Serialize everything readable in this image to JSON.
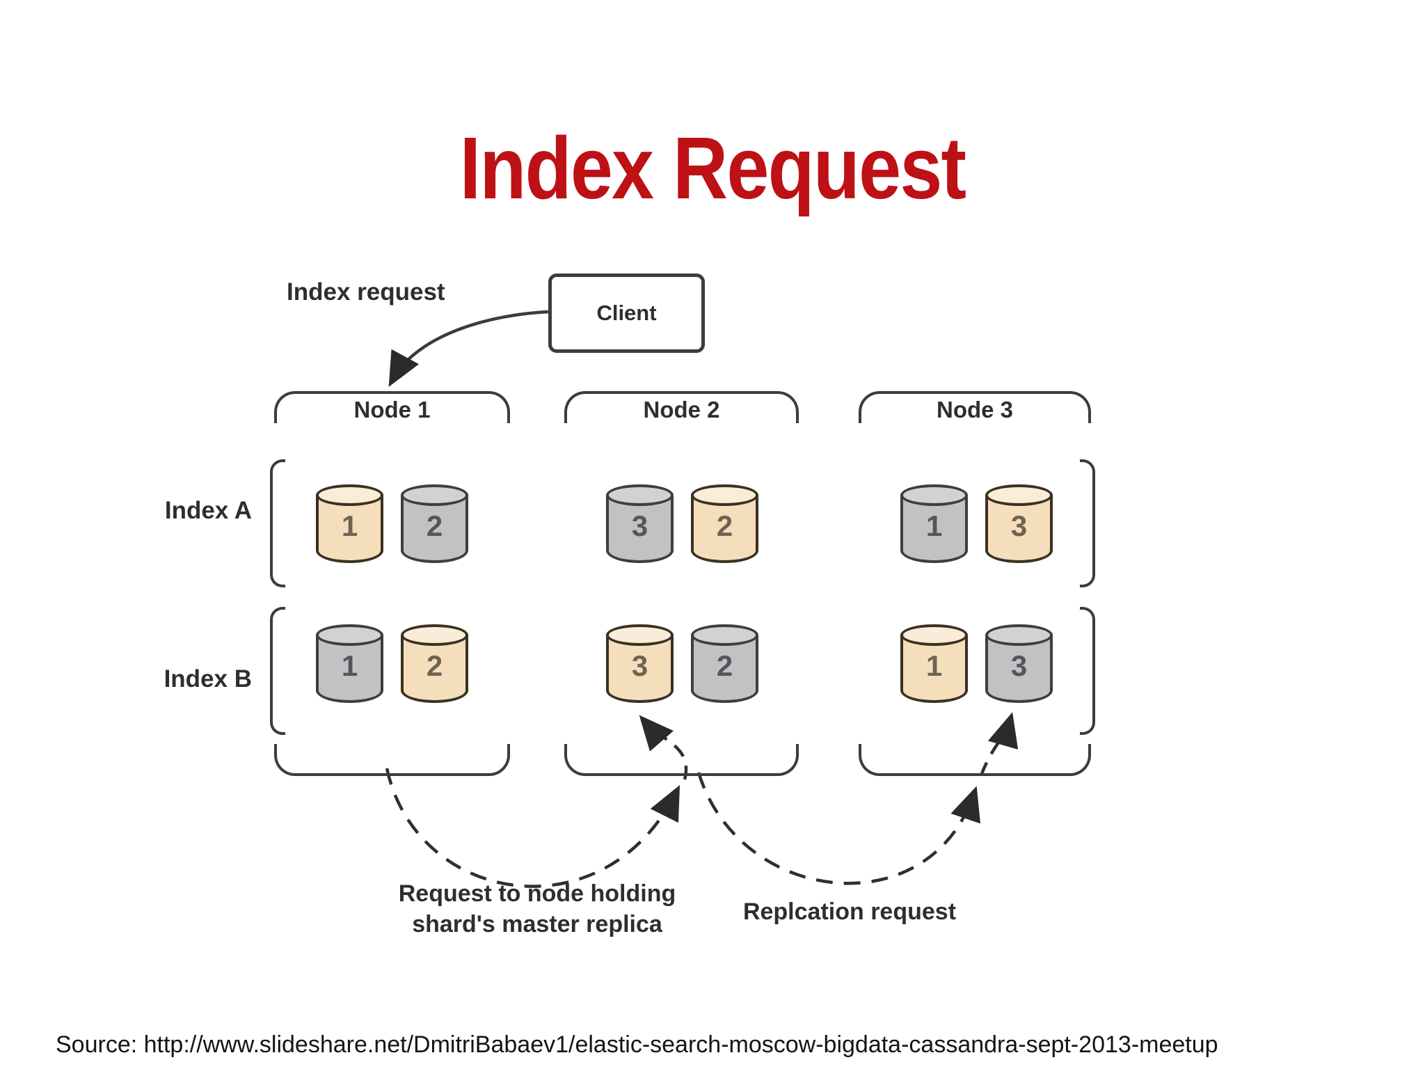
{
  "title": "Index Request",
  "title_color": "#bd1116",
  "client_label": "Client",
  "index_request_label": "Index request",
  "row_labels": {
    "index_a": "Index A",
    "index_b": "Index B"
  },
  "flow_notes": {
    "request_master_line1": "Request to node holding",
    "request_master_line2": "shard's master replica",
    "replication": "Replcation request"
  },
  "source": "Source: http://www.slideshare.net/DmitriBabaev1/elastic-search-moscow-bigdata-cassandra-sept-2013-meetup",
  "nodes": [
    {
      "label": "Node 1",
      "index_a": [
        {
          "num": "1",
          "type": "primary"
        },
        {
          "num": "2",
          "type": "replica"
        }
      ],
      "index_b": [
        {
          "num": "1",
          "type": "replica"
        },
        {
          "num": "2",
          "type": "primary"
        }
      ]
    },
    {
      "label": "Node 2",
      "index_a": [
        {
          "num": "3",
          "type": "replica"
        },
        {
          "num": "2",
          "type": "primary"
        }
      ],
      "index_b": [
        {
          "num": "3",
          "type": "primary"
        },
        {
          "num": "2",
          "type": "replica"
        }
      ]
    },
    {
      "label": "Node 3",
      "index_a": [
        {
          "num": "1",
          "type": "replica"
        },
        {
          "num": "3",
          "type": "primary"
        }
      ],
      "index_b": [
        {
          "num": "1",
          "type": "primary"
        },
        {
          "num": "3",
          "type": "replica"
        }
      ]
    }
  ],
  "colors": {
    "primary_fill": "#f5debc",
    "replica_fill": "#c2c2c4",
    "line": "#3c3c3c"
  }
}
